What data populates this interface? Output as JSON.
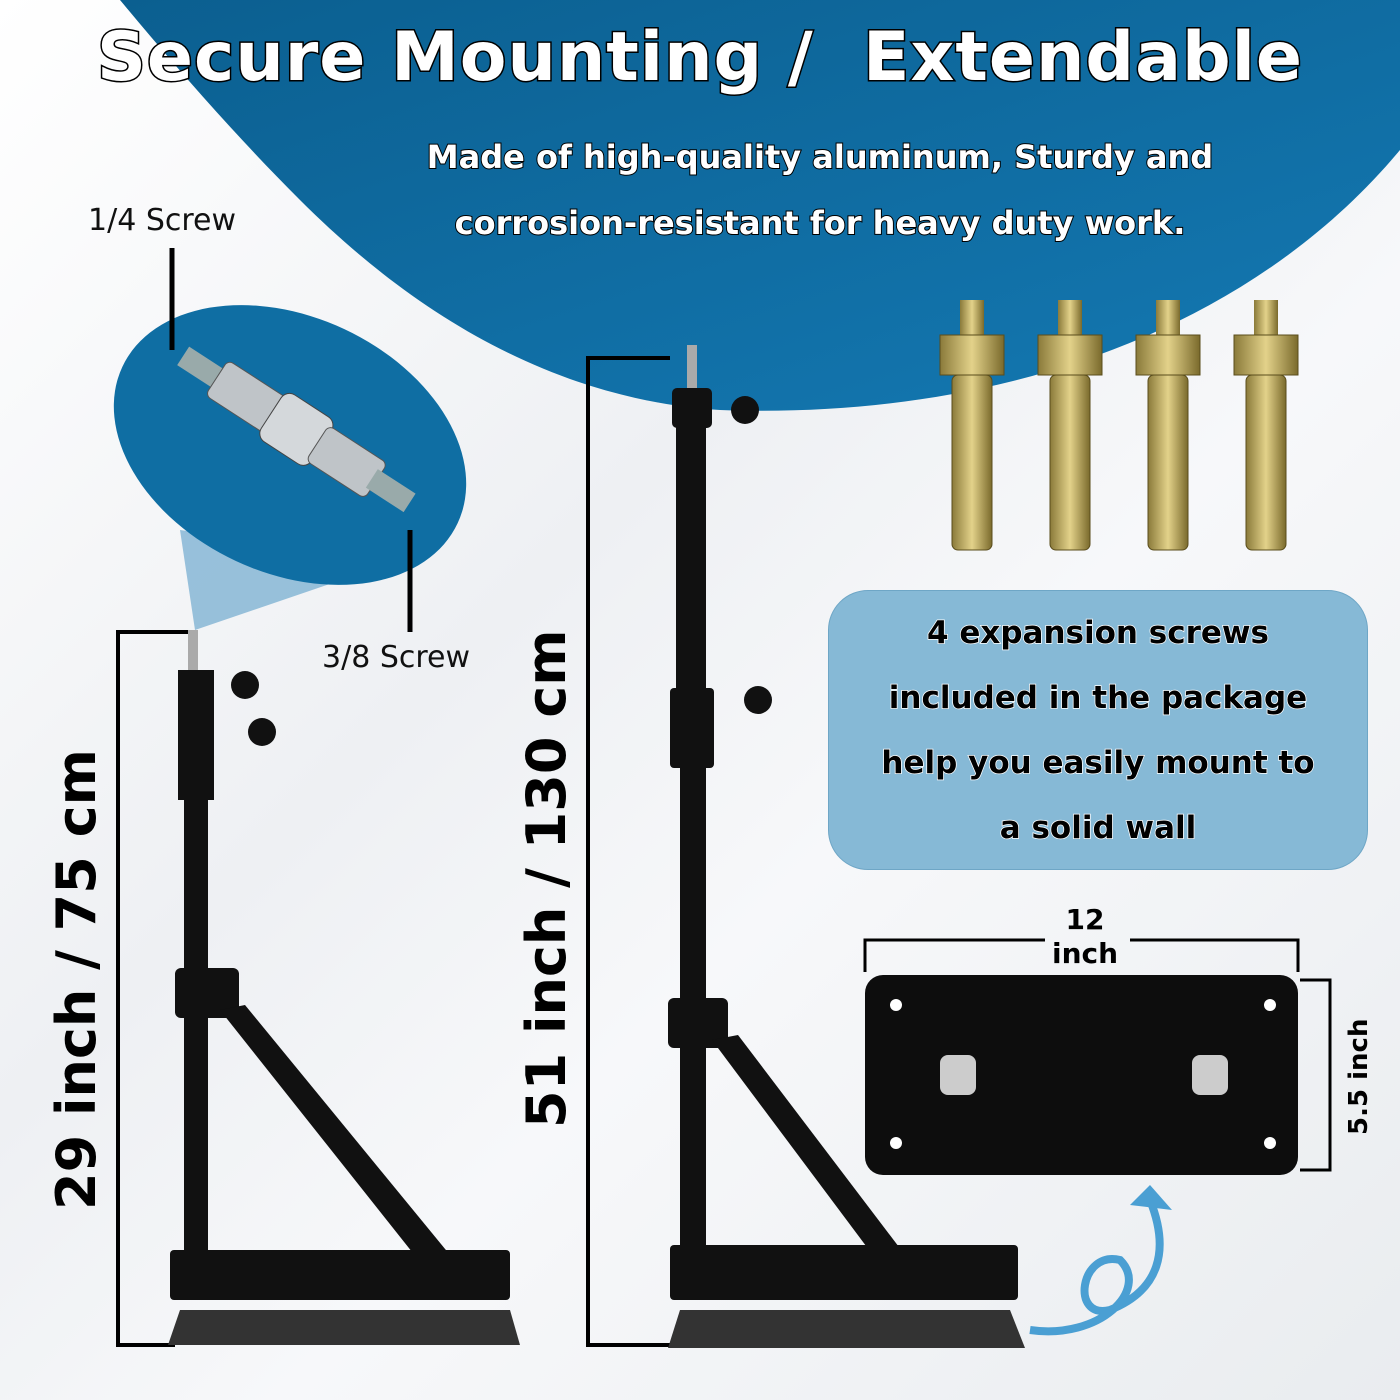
{
  "title": "Secure Mounting /  Extendable",
  "subtitle": [
    "Made of high-quality aluminum, Sturdy and",
    "corrosion-resistant for heavy duty work."
  ],
  "labels": {
    "screw_top": "1/4 Screw",
    "screw_bottom": "3/8 Screw"
  },
  "dimensions": {
    "short_stand": "29 inch / 75 cm",
    "tall_stand": "51 inch / 130 cm"
  },
  "info_box": [
    "4 expansion screws",
    "included in the package",
    "help you easily mount to",
    "a solid wall"
  ],
  "plate": {
    "width_value": "12",
    "width_unit": "inch",
    "height": "5.5 inch"
  },
  "colors": {
    "blue": "#0f6ea3",
    "light_blue": "#86b9d6"
  }
}
